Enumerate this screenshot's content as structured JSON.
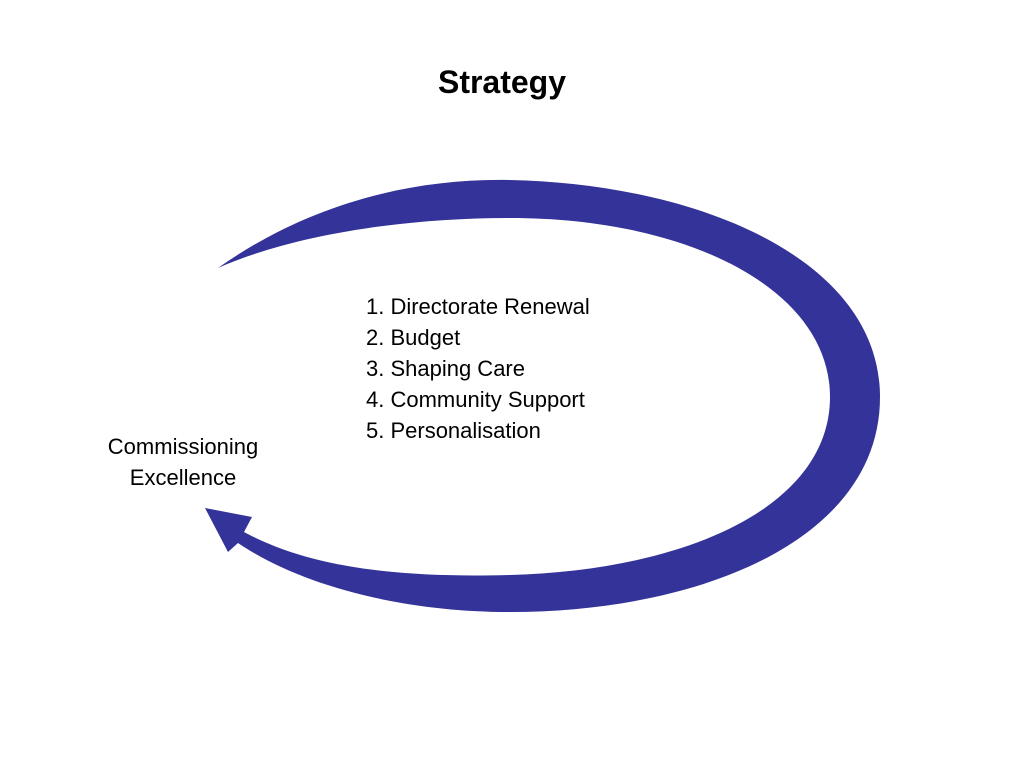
{
  "slide": {
    "title": "Strategy",
    "steps": [
      "1. Directorate Renewal",
      "2. Budget",
      "3. Shaping Care",
      "4. Community Support",
      "5. Personalisation"
    ],
    "side_label": {
      "line1": "Commissioning",
      "line2": "Excellence"
    }
  },
  "colors": {
    "arrow": "#333399",
    "text": "#000000",
    "background": "#ffffff"
  },
  "icons": {
    "cycle_arrow": "curved-cycle-arrow-icon"
  }
}
